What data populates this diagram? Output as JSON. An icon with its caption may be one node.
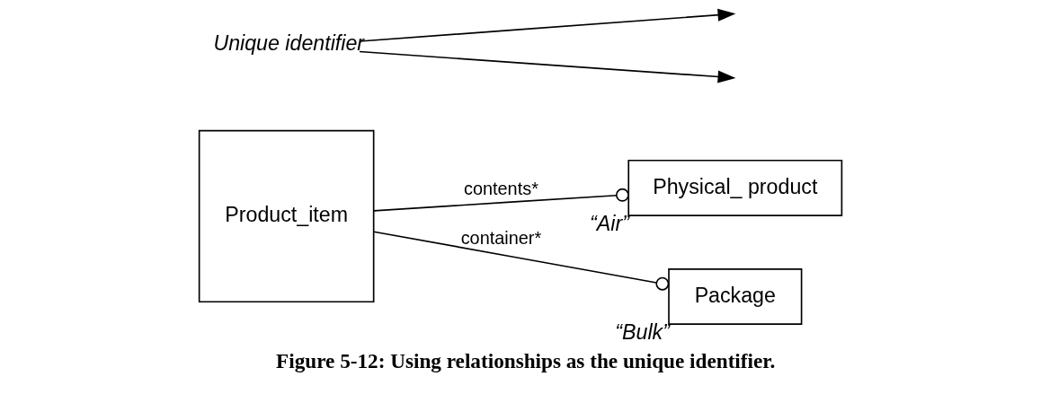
{
  "diagram": {
    "caption": "Figure 5-12: Using relationships as the unique identifier.",
    "nodes": [
      {
        "text": [
          "Product_item"
        ]
      },
      {
        "text": [
          "Physical_ product"
        ],
        "beside": [
          "“Air”"
        ]
      },
      {
        "text": [
          "Package"
        ],
        "beside": [
          "“Bulk”"
        ]
      },
      {
        "text": [
          "Unique identifier"
        ]
      }
    ],
    "edges": [
      {
        "from": 0,
        "to": 1,
        "arrow": "other",
        "label": "contents*"
      },
      {
        "from": 0,
        "to": 2,
        "arrow": "other",
        "label": "container*"
      },
      {
        "from": 3,
        "to": null,
        "arrow": "to"
      },
      {
        "from": 3,
        "to": null,
        "arrow": "to"
      }
    ]
  }
}
